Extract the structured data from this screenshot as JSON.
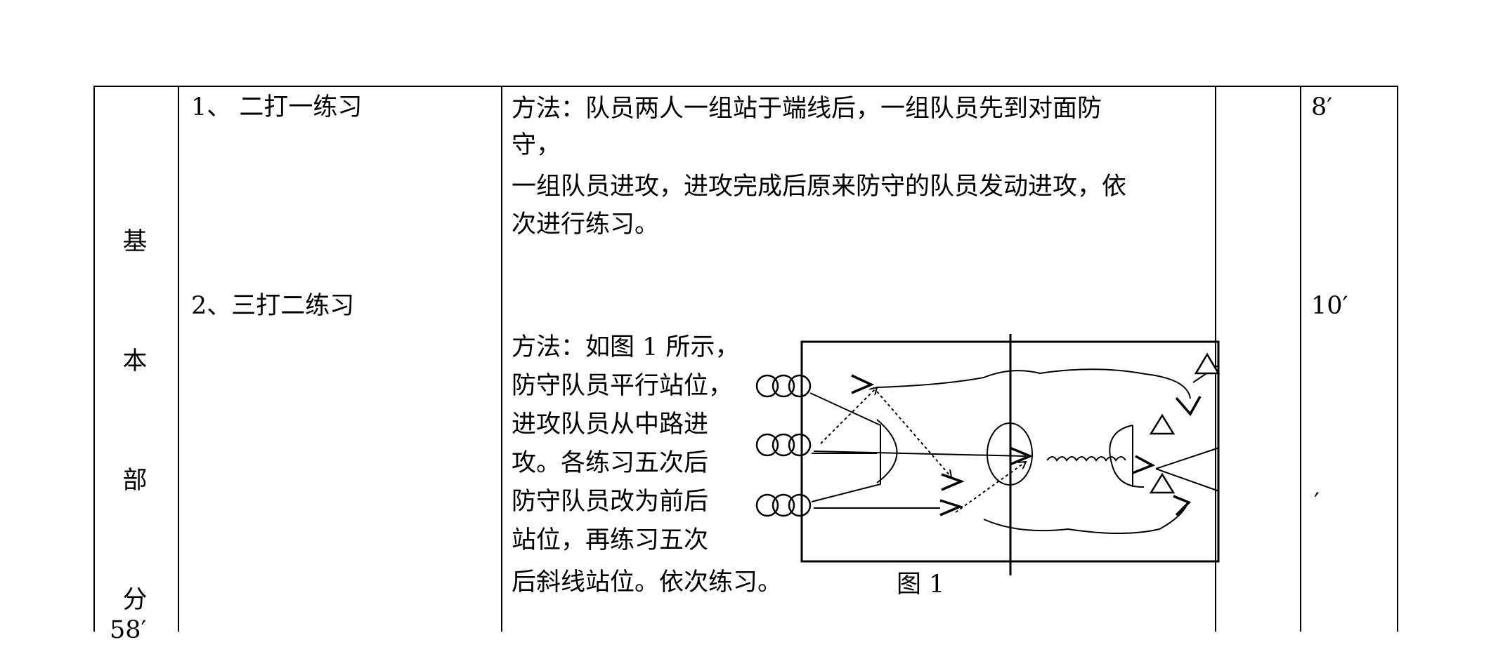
{
  "table": {
    "section_label_chars": [
      "基",
      "本",
      "部",
      "分"
    ],
    "section_time": "58′",
    "rows": [
      {
        "item": "1、 二打一练习",
        "method_lines": [
          "方法：队员两人一组站于端线后，一组队员先到对面防",
          "守，",
          "一组队员进攻，进攻完成后原来防守的队员发动进攻，依",
          "次进行练习。"
        ],
        "time": "8′"
      },
      {
        "item": "2、三打二练习",
        "method_lines": [
          "方法：如图 1 所示，",
          "防守队员平行站位，",
          "进攻队员从中路进",
          "攻。各练习五次后",
          "防守队员改为前后",
          "站位，再练习五次",
          "后斜线站位。依次练习。"
        ],
        "time": "10′",
        "extra_mark": "′"
      }
    ]
  },
  "figure": {
    "caption": "图 1"
  }
}
